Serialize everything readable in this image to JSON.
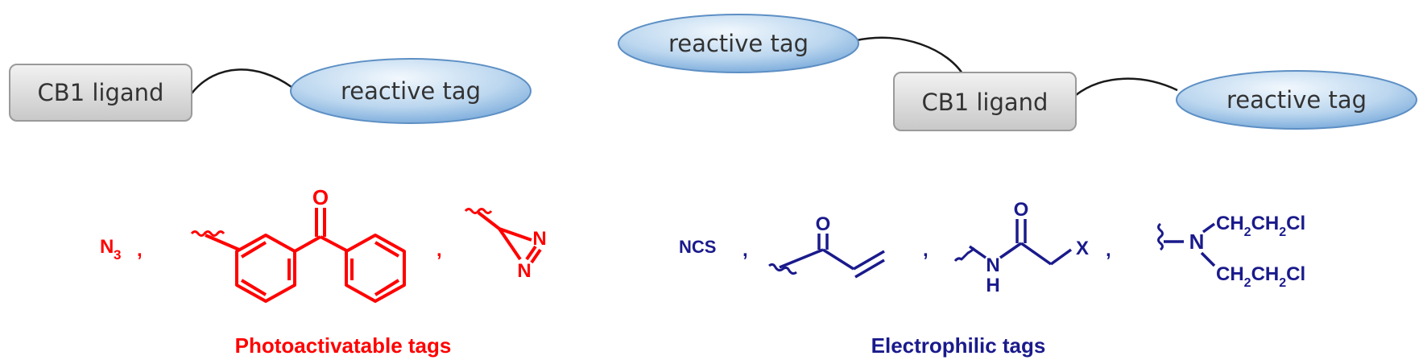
{
  "diagram": {
    "left": {
      "ligand": "CB1 ligand",
      "tag": "reactive tag"
    },
    "right": {
      "tag_top": "reactive tag",
      "ligand": "CB1 ligand",
      "tag_right": "reactive tag"
    },
    "photo": {
      "color": "#ff0000",
      "caption": "Photoactivatable tags",
      "n3": "N",
      "n3_sub": "3",
      "sep": ",",
      "oxygen": "O",
      "nitrogen": "N"
    },
    "electro": {
      "color": "#1a1a8c",
      "caption": "Electrophilic tags",
      "ncs": "NCS",
      "sep": ",",
      "oxygen": "O",
      "nh_n": "N",
      "nh_h": "H",
      "x": "X",
      "mustard_n": "N",
      "chain": {
        "a": "CH",
        "s2": "2",
        "b": "CH",
        "c": "Cl"
      }
    },
    "colors": {
      "box_fill": "#d7d7d7",
      "box_stroke": "#9a9a9a",
      "ellipse_light": "#eaf3fb",
      "ellipse_dark": "#7fb0dd",
      "ellipse_stroke": "#5d8fc4",
      "connector": "#1a1a1a"
    }
  }
}
